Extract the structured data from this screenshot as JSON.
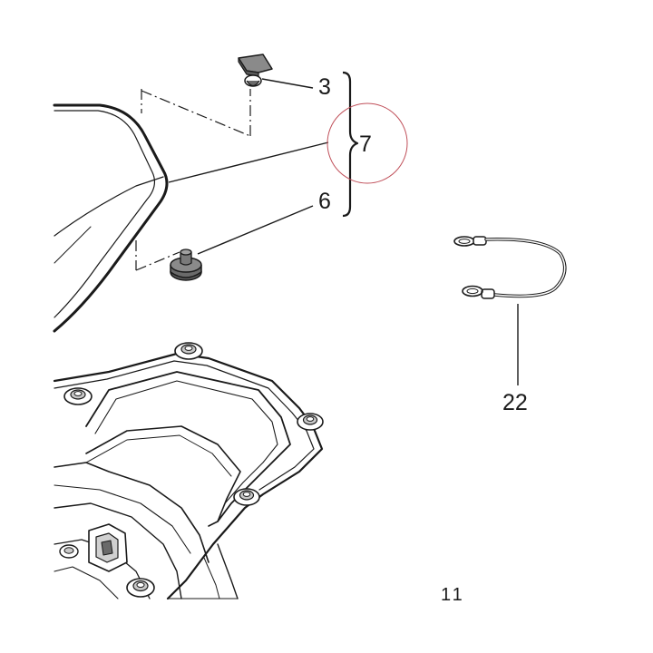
{
  "callouts": {
    "part_3": "3",
    "part_7": "7",
    "part_6": "6",
    "part_22": "22"
  },
  "page_number": "11",
  "colors": {
    "line": "#1a1a1a",
    "part_fill": "#8a8a8a",
    "part_fill_dark": "#5a5a5a",
    "highlight_circle": "#c0505a"
  }
}
